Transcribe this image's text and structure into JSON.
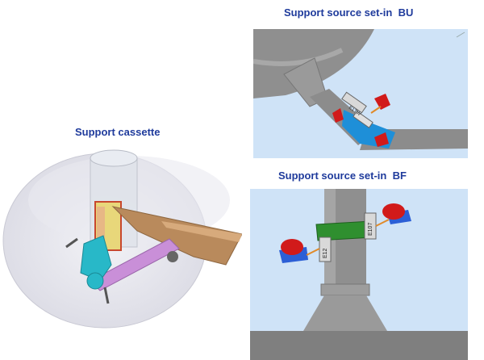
{
  "captions": {
    "cassette": "Support cassette",
    "bu": "Support source set-in  BU",
    "bf": "Support source set-in  BF"
  },
  "labels": {
    "bu_plate": "E1TW",
    "bf_plate_left": "E12",
    "bf_plate_right": "E107"
  },
  "colors": {
    "caption": "#1f3b9c",
    "sky": "#cfe3f7",
    "tube_grey": "#8f8f8f",
    "highlight_blue": "#1e8fd8",
    "red_part": "#d11a1a",
    "plate_green": "#2f8f2f",
    "bracket_blue": "#2c5fd6",
    "arm_violet": "#c98fd8",
    "cyan_part": "#28b8c8",
    "brass_plate": "#b98a5c"
  }
}
